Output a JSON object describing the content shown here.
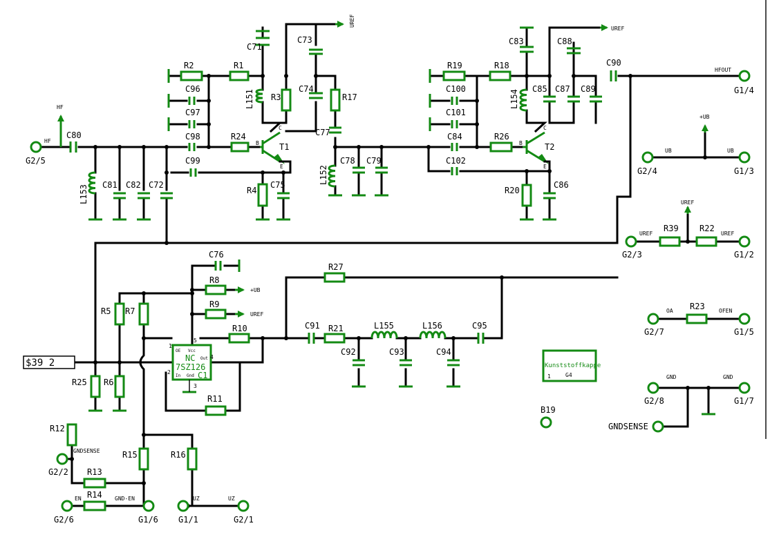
{
  "resistors": [
    "R1",
    "R2",
    "R3",
    "R4",
    "R5",
    "R6",
    "R7",
    "R8",
    "R9",
    "R10",
    "R11",
    "R12",
    "R13",
    "R14",
    "R15",
    "R16",
    "R17",
    "R18",
    "R19",
    "R20",
    "R21",
    "R22",
    "R23",
    "R24",
    "R25",
    "R26",
    "R27",
    "R39"
  ],
  "capacitors": [
    "C71",
    "C72",
    "C73",
    "C74",
    "C75",
    "C76",
    "C77",
    "C78",
    "C79",
    "C80",
    "C81",
    "C82",
    "C83",
    "C84",
    "C85",
    "C86",
    "C87",
    "C88",
    "C89",
    "C90",
    "C91",
    "C92",
    "C93",
    "C94",
    "C95",
    "C96",
    "C97",
    "C98",
    "C99",
    "C100",
    "C101",
    "C102"
  ],
  "inductors": [
    "L151",
    "L152",
    "L153",
    "L154",
    "L155",
    "L156"
  ],
  "transistors": [
    "T1",
    "T2"
  ],
  "pin_letters": {
    "b": "B",
    "c": "C",
    "e": "E"
  },
  "connectors": {
    "hf_in": "G2/5",
    "hf_out": "G1/4",
    "ub_left": "G2/4",
    "ub_right": "G1/3",
    "uref_left": "G2/3",
    "uref_right": "G1/2",
    "oa": "G2/7",
    "ofen": "G1/5",
    "gnd_left": "G2/8",
    "gnd_right": "G1/7",
    "gndsense": "G2/2",
    "en": "G2/6",
    "gnd_en": "G1/6",
    "uz_left": "G1/1",
    "uz_right": "G2/1"
  },
  "net_labels": {
    "hf": "HF",
    "hfout": "HFOUT",
    "uref": "UREF",
    "ub": "UB",
    "plus_ub": "+UB",
    "oa": "OA",
    "ofen": "OFEN",
    "gnd": "GND",
    "gndsense": "GNDSENSE",
    "en": "EN",
    "gnd_en": "GND-EN",
    "uz": "UZ"
  },
  "ic": {
    "oe": "OE",
    "vcc": "Vcc",
    "nc": "NC",
    "out": "Out",
    "part": "7SZ126",
    "ref": "C1",
    "in": "In",
    "gnd": "Gnd",
    "pin1": "1",
    "pin2": "2",
    "pin3": "3",
    "pin4": "4",
    "pin5": "5"
  },
  "box": {
    "label": "Kunststoffkappe",
    "ref": "G4",
    "pin": "1"
  },
  "misc": {
    "b19": "B19",
    "gndsense_pad": "GNDSENSE",
    "sheet_ref": "$39 2"
  }
}
